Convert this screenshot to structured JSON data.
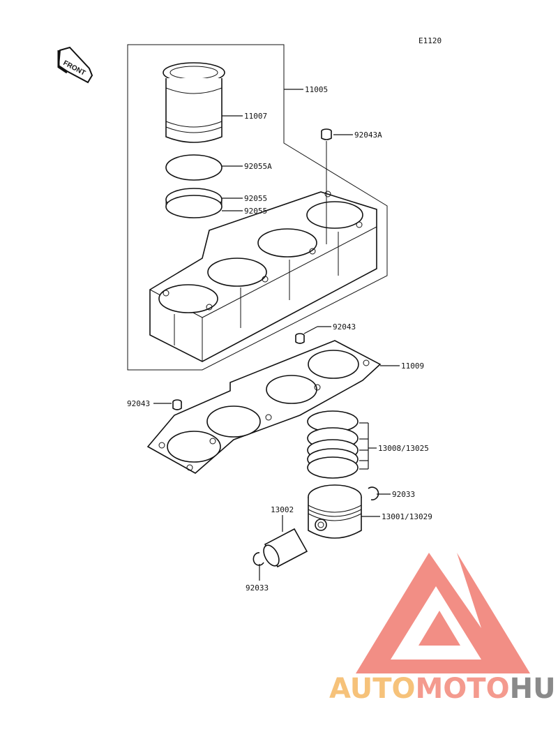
{
  "diagram_code": "E1120",
  "front_label": "FRONT",
  "parts": {
    "p11005": "11005",
    "p11007": "11007",
    "p92043A": "92043A",
    "p92055A": "92055A",
    "p92055_upper": "92055",
    "p92055_lower": "92055",
    "p92043_right": "92043",
    "p11009": "11009",
    "p92043_left": "92043",
    "p13008": "13008/13025",
    "p92033_right": "92033",
    "p13002": "13002",
    "p13001": "13001/13029",
    "p92033_bottom": "92033"
  },
  "watermark": {
    "part1": "AUTO",
    "part2": "MOTO",
    "part3": "HUB",
    "colors": {
      "part1": "#f6c27a",
      "part2": "#f49a8e",
      "part3": "#8a8a8a",
      "triangle": "#f07a70"
    }
  }
}
